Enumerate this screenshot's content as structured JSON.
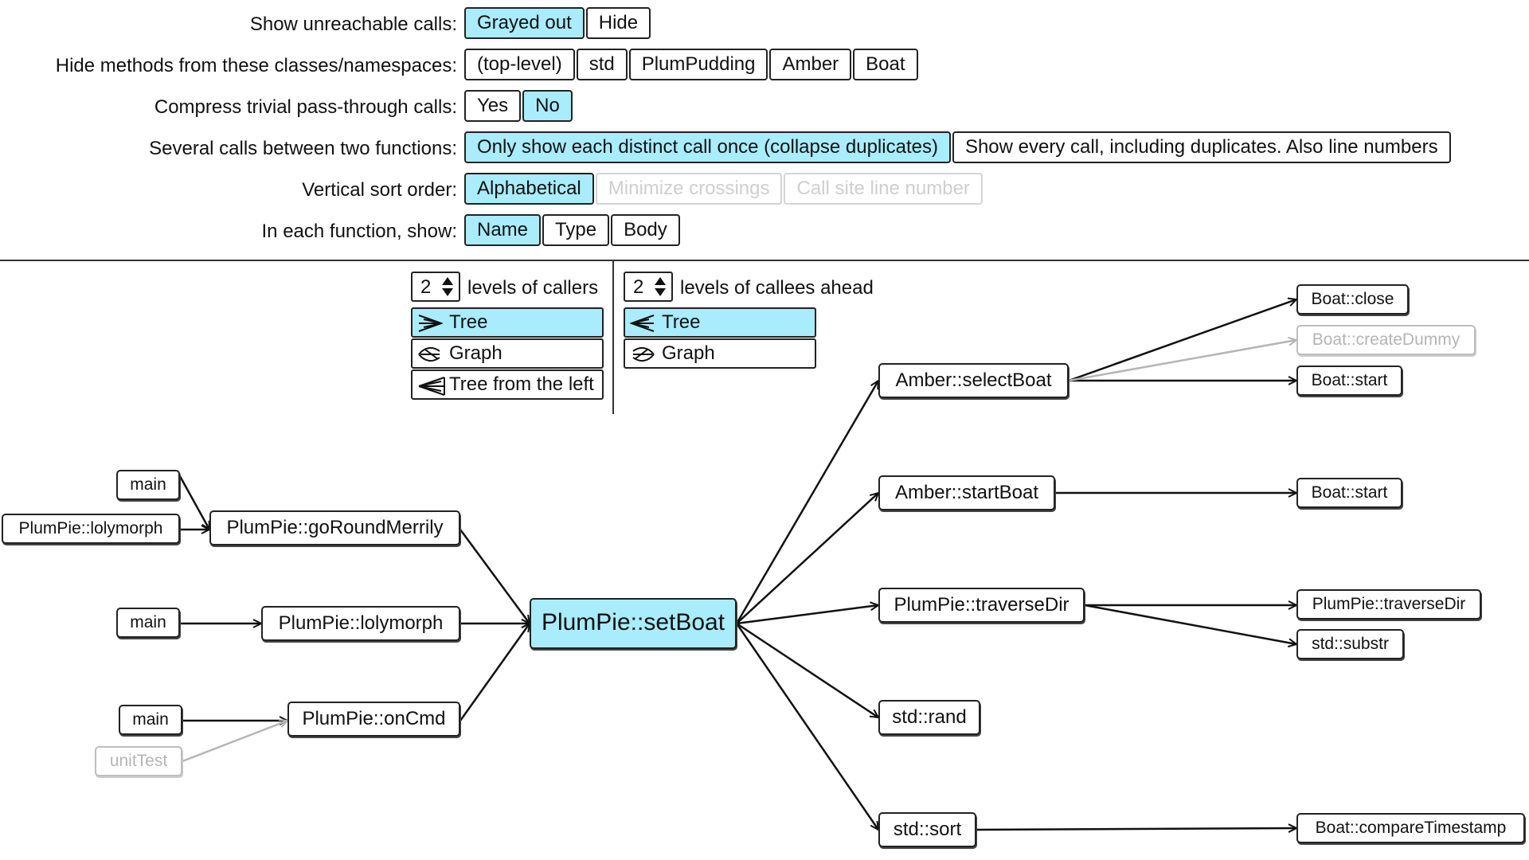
{
  "options": {
    "unreachable": {
      "label": "Show unreachable calls:",
      "buttons": [
        "Grayed out",
        "Hide"
      ]
    },
    "hide_methods": {
      "label": "Hide methods from these classes/namespaces:",
      "buttons": [
        "(top-level)",
        "std",
        "PlumPudding",
        "Amber",
        "Boat"
      ]
    },
    "compress": {
      "label": "Compress trivial pass-through calls:",
      "buttons": [
        "Yes",
        "No"
      ]
    },
    "several_calls": {
      "label": "Several calls between two functions:",
      "buttons": [
        "Only show each distinct call once (collapse duplicates)",
        "Show every call, including duplicates. Also line numbers"
      ]
    },
    "sort_order": {
      "label": "Vertical sort order:",
      "buttons": [
        "Alphabetical",
        "Minimize crossings",
        "Call site line number"
      ]
    },
    "show": {
      "label": "In each function, show:",
      "buttons": [
        "Name",
        "Type",
        "Body"
      ]
    }
  },
  "callers": {
    "levels": "2",
    "label": "levels of callers",
    "modes": [
      "Tree",
      "Graph",
      "Tree from the left"
    ]
  },
  "callees": {
    "levels": "2",
    "label": "levels of callees ahead",
    "modes": [
      "Tree",
      "Graph"
    ]
  },
  "colors": {
    "selected": "#a9ecfb",
    "edge": "#111111",
    "grayed": "#b5b5b5"
  },
  "graph": {
    "focus": "PlumPie::setBoat",
    "callers_l1": [
      "PlumPie::goRoundMerrily",
      "PlumPie::lolymorph",
      "PlumPie::onCmd"
    ],
    "callers_l2": {
      "goRoundMerrily": [
        "main",
        "PlumPie::lolymorph"
      ],
      "lolymorph": [
        "main"
      ],
      "onCmd": [
        "main",
        "unitTest"
      ]
    },
    "callees_l1": [
      "Amber::selectBoat",
      "Amber::startBoat",
      "PlumPie::traverseDir",
      "std::rand",
      "std::sort"
    ],
    "callees_l2": {
      "selectBoat": [
        "Boat::close",
        "Boat::createDummy",
        "Boat::start"
      ],
      "startBoat": [
        "Boat::start"
      ],
      "traverseDir": [
        "PlumPie::traverseDir",
        "std::substr"
      ],
      "sort": [
        "Boat::compareTimestamp"
      ]
    }
  }
}
